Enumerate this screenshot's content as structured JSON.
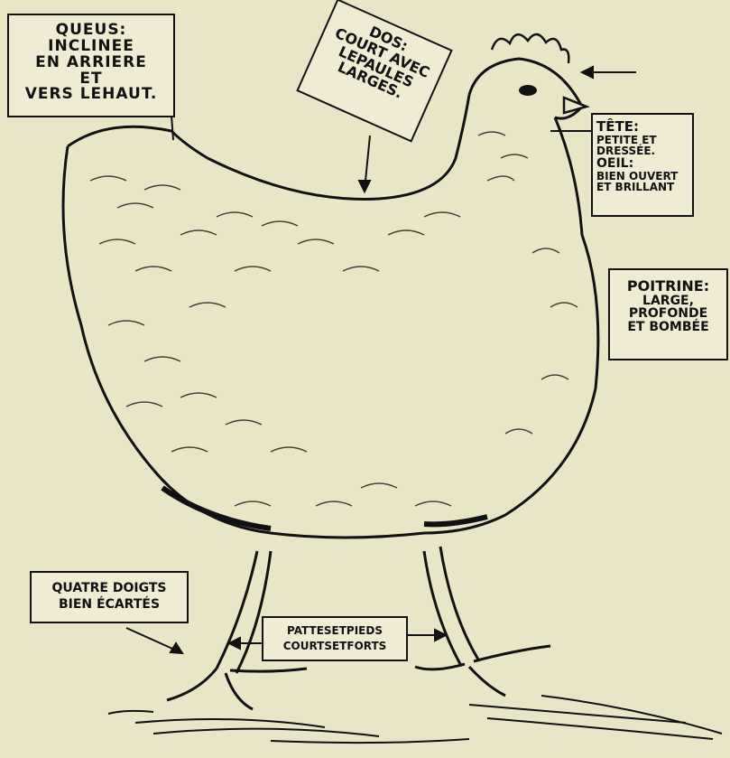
{
  "diagram": {
    "labels": {
      "queue": {
        "title": "QUEUS:",
        "lines": [
          "INCLINEE",
          "EN ARRIERE",
          "ET",
          "VERS LEHAUT."
        ]
      },
      "dos": {
        "title": "DOS:",
        "lines": [
          "COURT AVEC",
          "LEPAULES",
          "LARGES."
        ]
      },
      "tete": {
        "title": "TÊTE:",
        "lines": [
          "PETITE ET",
          "DRESSÉE.",
          "OEIL:",
          "BIEN OUVERT",
          "ET BRILLANT"
        ]
      },
      "poitrine": {
        "title": "POITRINE:",
        "lines": [
          "LARGE,",
          "PROFONDE",
          "ET BOMBÉE"
        ]
      },
      "doigts": {
        "lines": [
          "QUATRE DOIGTS",
          "BIEN ÉCARTÉS"
        ]
      },
      "pattes": {
        "lines": [
          "PATTESETPIEDS",
          "COURTSETFORTS"
        ]
      }
    },
    "colors": {
      "paper": "#e9e6c8",
      "ink": "#111111"
    }
  }
}
